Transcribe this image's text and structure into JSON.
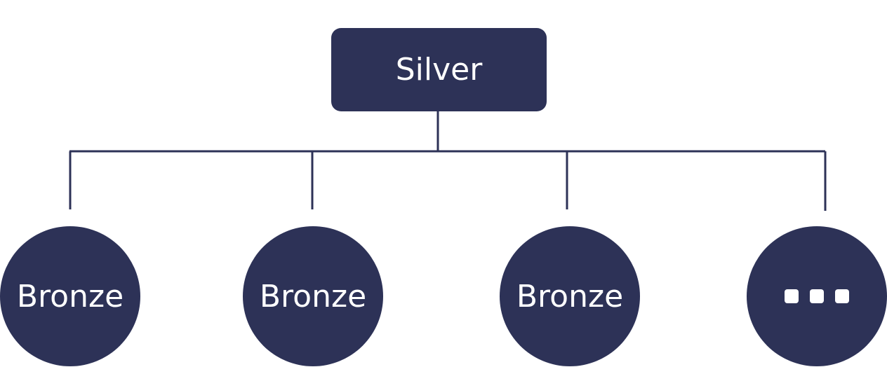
{
  "colors": {
    "node_fill": "#2d3257",
    "connector": "#2d3257",
    "node_text": "#ffffff",
    "background": "#ffffff"
  },
  "root": {
    "label": "Silver"
  },
  "children": [
    {
      "label": "Bronze"
    },
    {
      "label": "Bronze"
    },
    {
      "label": "Bronze"
    },
    {
      "icon": "ellipsis-icon"
    }
  ]
}
